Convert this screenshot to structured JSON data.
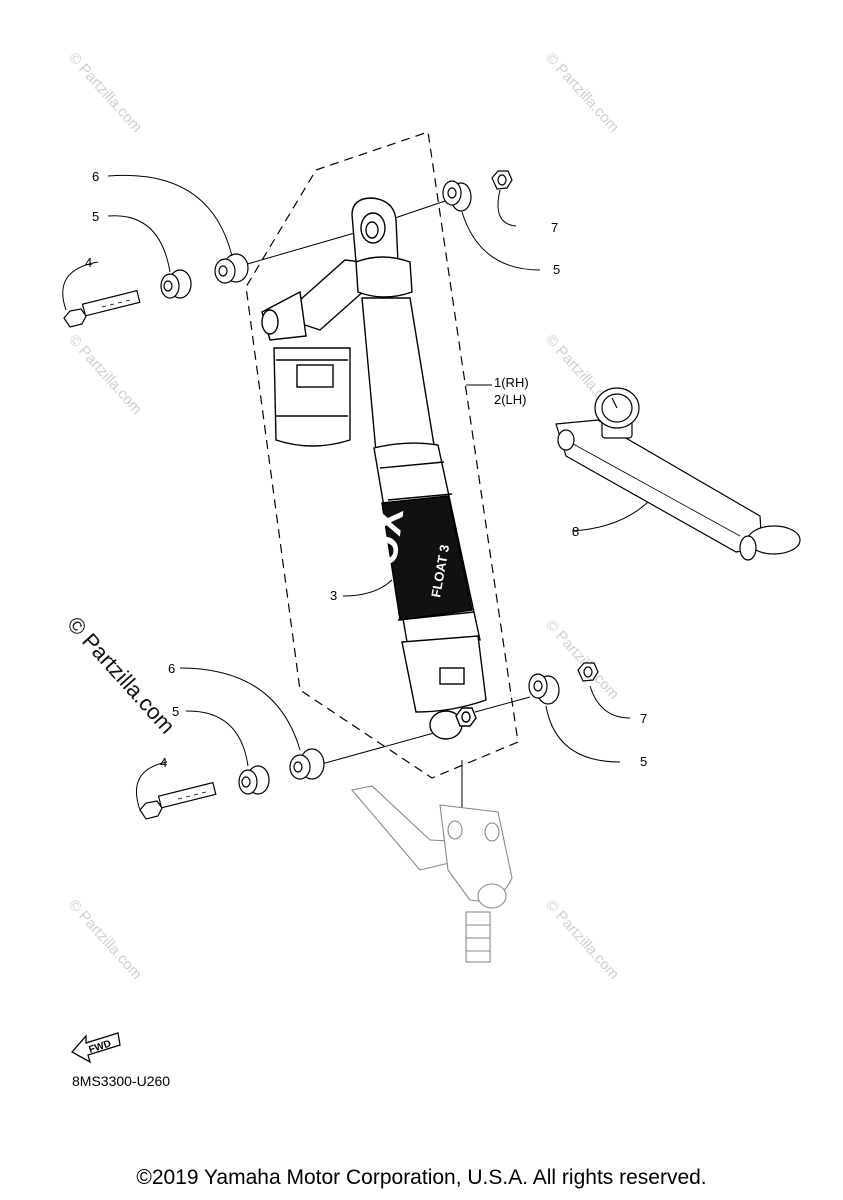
{
  "callouts": {
    "c1": "1(RH)",
    "c2": "2(LH)",
    "c3": "3",
    "c4_upper": "4",
    "c4_lower": "4",
    "c5_upper_left": "5",
    "c5_upper_right": "5",
    "c5_lower_left": "5",
    "c5_lower_right": "5",
    "c6_upper": "6",
    "c6_lower": "6",
    "c7_upper": "7",
    "c7_lower": "7",
    "c8": "8"
  },
  "shock_branding": {
    "logo": "FOX",
    "model": "FLOAT 3"
  },
  "fwd_label": "FWD",
  "diagram_code": "8MS3300-U260",
  "watermark": {
    "text": "© Partzilla.com"
  },
  "copyright": "©2019 Yamaha Motor Corporation, U.S.A. All rights reserved."
}
